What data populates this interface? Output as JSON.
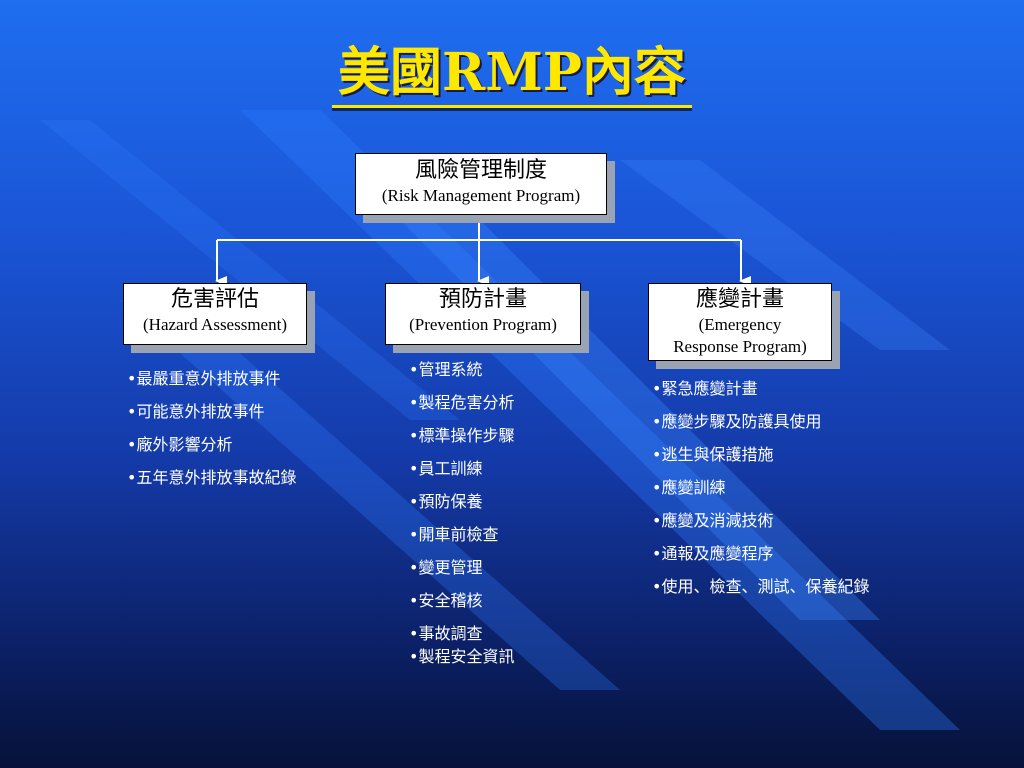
{
  "title": "美國RMP內容",
  "top": {
    "zh": "風險管理制度",
    "en": "(Risk Management Program)"
  },
  "nodes": [
    {
      "zh": "危害評估",
      "en": "(Hazard Assessment)",
      "items": [
        "最嚴重意外排放事件",
        "可能意外排放事件",
        "廠外影響分析",
        "五年意外排放事故紀錄"
      ]
    },
    {
      "zh": "預防計畫",
      "en": "(Prevention Program)",
      "items": [
        "管理系統",
        "製程危害分析",
        "標準操作步驟",
        "員工訓練",
        "預防保養",
        "開車前檢查",
        "變更管理",
        "安全稽核",
        "事故調查",
        "製程安全資訊"
      ]
    },
    {
      "zh": "應變計畫",
      "en": "(Emergency Response Program)",
      "en_line1": "(Emergency",
      "en_line2": "Response Program)",
      "items": [
        "緊急應變計畫",
        "應變步驟及防護具使用",
        "逃生與保護措施",
        "應變訓練",
        "應變及消減技術",
        "通報及應變程序",
        "使用、檢查、測試、保養紀錄"
      ]
    }
  ],
  "colors": {
    "title": "#ffe800",
    "connector": "#ffffff",
    "box_shadow": "#9aa3b4"
  }
}
